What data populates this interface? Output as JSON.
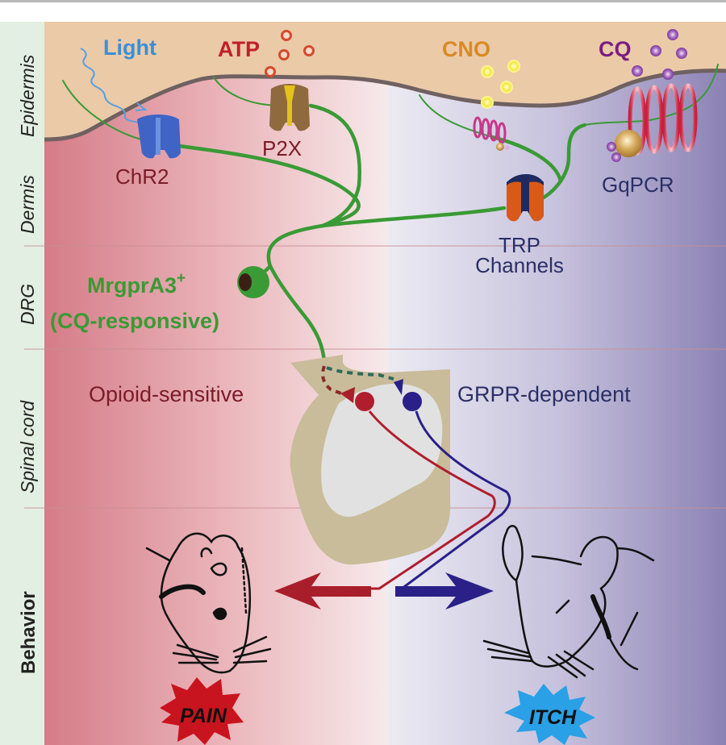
{
  "figure": {
    "rows": [
      {
        "id": "epidermis",
        "label": "Epidermis"
      },
      {
        "id": "dermis",
        "label": "Dermis"
      },
      {
        "id": "drg",
        "label": "DRG"
      },
      {
        "id": "spinal-cord",
        "label": "Spinal cord"
      },
      {
        "id": "behavior",
        "label": "Behavior"
      }
    ],
    "stimuli": {
      "light": "Light",
      "atp": "ATP",
      "cno": "CNO",
      "cq": "CQ"
    },
    "receptors": {
      "chr2": "ChR2",
      "p2x": "P2X",
      "trp_line1": "TRP",
      "trp_line2": "Channels",
      "gqpcr": "GqPCR"
    },
    "drg_neuron": {
      "name": "MrgprA3",
      "superscript": "+",
      "subtitle": "(CQ-responsive)"
    },
    "spinal_pathways": {
      "left": "Opioid-sensitive",
      "right": "GRPR-dependent"
    },
    "outcomes": {
      "pain": "PAIN",
      "itch": "ITCH"
    },
    "colors": {
      "pain_side": "#d9808a",
      "itch_side": "#8f86b6",
      "skin": "#ebcaa8",
      "neuron": "#3a9a35",
      "pain_path": "#b01e2e",
      "itch_path": "#2a2088",
      "light": "#3a8fd8",
      "atp": "#c0202a",
      "cno": "#d98a25",
      "cq": "#7a1f7e",
      "pain_burst": "#c8141e",
      "itch_burst": "#2aa0e6"
    }
  }
}
